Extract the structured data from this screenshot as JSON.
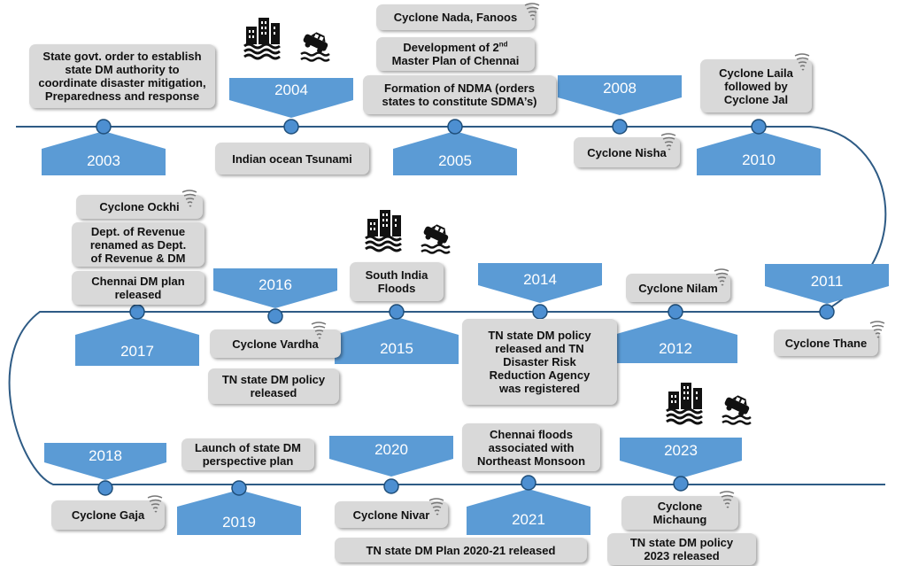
{
  "colors": {
    "line": "#2e5b85",
    "dot": "#4d8fd1",
    "dot_stroke": "#1f4e79",
    "marker": "#5b9bd5",
    "box": "#d9d9d9"
  },
  "years": {
    "y2003": "2003",
    "y2004": "2004",
    "y2005": "2005",
    "y2008": "2008",
    "y2010": "2010",
    "y2011": "2011",
    "y2012": "2012",
    "y2014": "2014",
    "y2015": "2015",
    "y2016": "2016",
    "y2017": "2017",
    "y2018": "2018",
    "y2019": "2019",
    "y2020": "2020",
    "y2021": "2021",
    "y2023": "2023"
  },
  "events": {
    "e2003": "State govt. order to establish\nstate DM authority to\ncoordinate disaster mitigation,\nPreparedness and response",
    "e2004": "Indian ocean Tsunami",
    "e2005_nada": "Cyclone Nada, Fanoos",
    "e2005_plan_pre": "Development of 2",
    "e2005_plan_sup": "nd",
    "e2005_plan_post": "Master Plan of Chennai",
    "e2005_ndma": "Formation of NDMA (orders\nstates to constitute SDMA’s)",
    "e2008": "Cyclone Nisha",
    "e2010": "Cyclone Laila\nfollowed by\nCyclone Jal",
    "e2011": "Cyclone Thane",
    "e2012": "Cyclone Nilam",
    "e2014": "TN state DM policy\nreleased and TN\nDisaster Risk\nReduction Agency\nwas registered",
    "e2015": "South India\nFloods",
    "e2016_vardha": "Cyclone Vardha",
    "e2016_policy": "TN state DM policy\nreleased",
    "e2017_ockhi": "Cyclone Ockhi",
    "e2017_revenue": "Dept. of Revenue\nrenamed as Dept.\nof Revenue & DM",
    "e2017_plan": "Chennai DM plan\nreleased",
    "e2018": "Cyclone Gaja",
    "e2019": "Launch of state DM\nperspective plan",
    "e2020_nivar": "Cyclone Nivar",
    "e2020_plan": "TN state DM Plan 2020-21 released",
    "e2021": "Chennai floods\nassociated with\nNortheast Monsoon",
    "e2023_michaung": "Cyclone\nMichaung",
    "e2023_policy": "TN state DM policy\n2023 released"
  },
  "icons": [
    "flood-icon",
    "car-in-water-icon",
    "cyclone-icon"
  ]
}
